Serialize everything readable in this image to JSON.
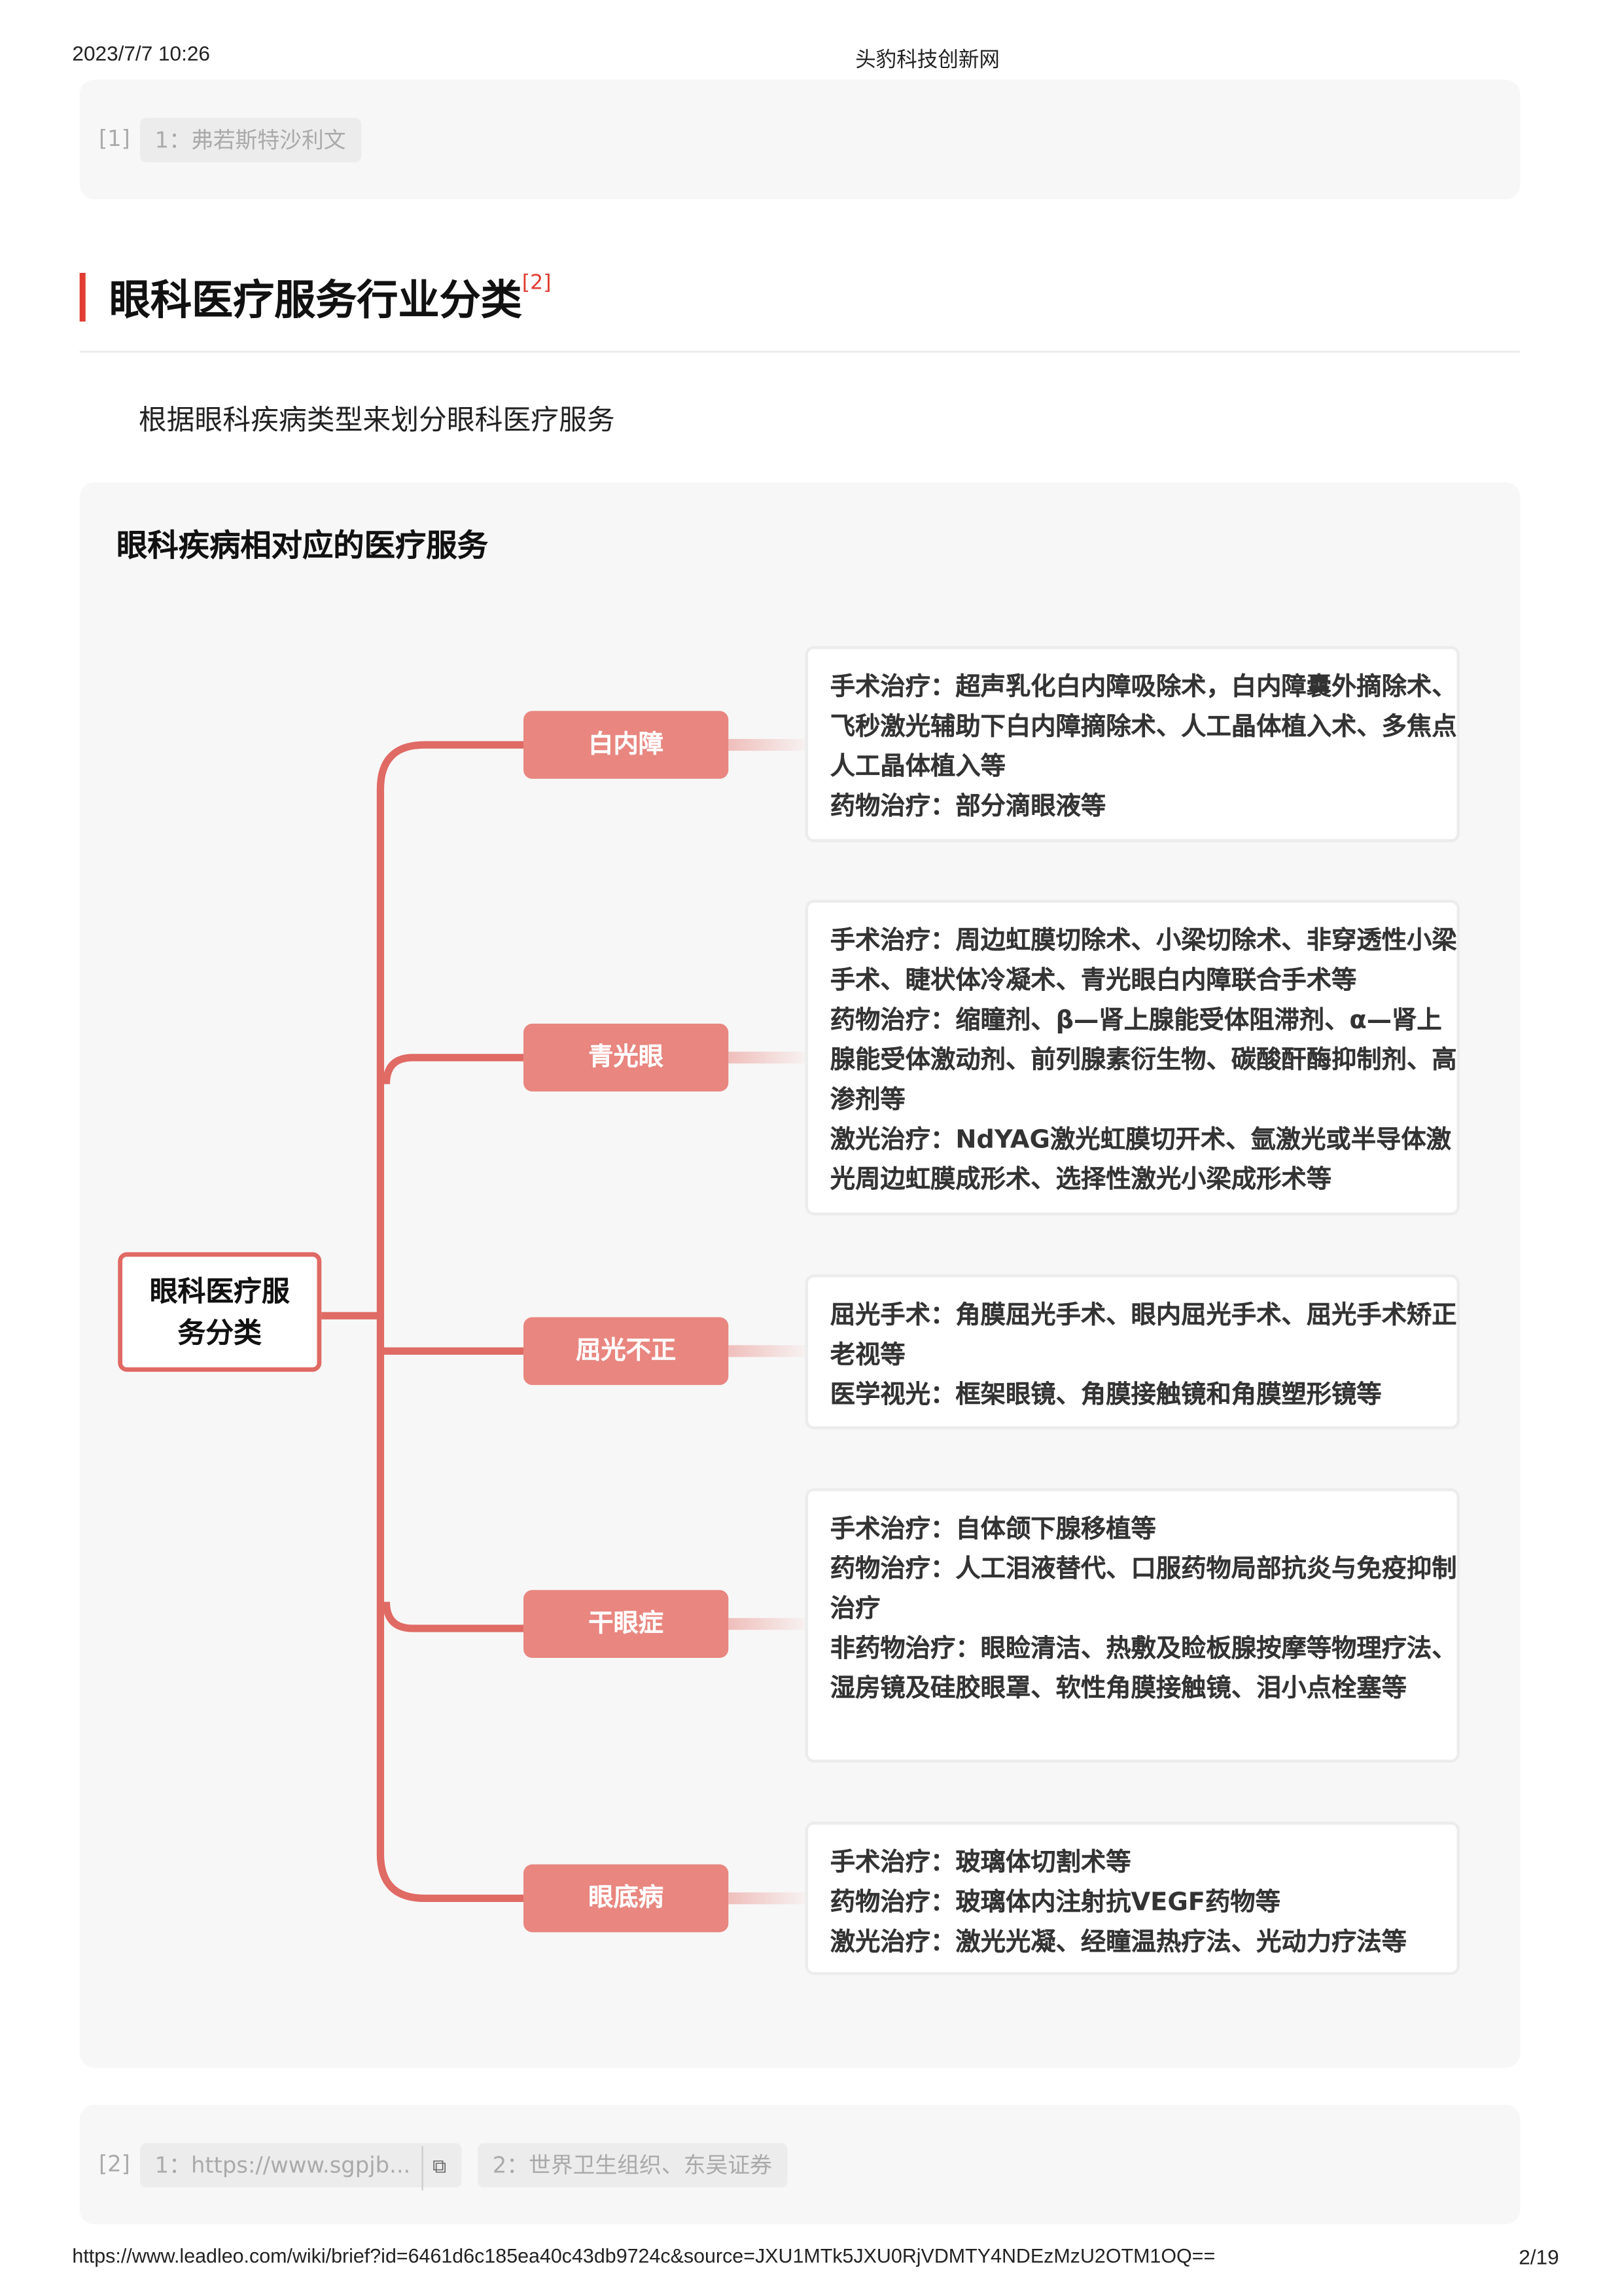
{
  "header": {
    "datetime": "2023/7/7 10:26",
    "site": "头豹科技创新网"
  },
  "ref1": {
    "label": "[1]",
    "chips": [
      "1：弗若斯特沙利文"
    ]
  },
  "section": {
    "title": "眼科医疗服务行业分类",
    "sup": "[2]",
    "intro": "根据眼科疾病类型来划分眼科医疗服务"
  },
  "diagram": {
    "title": "眼科疾病相对应的医疗服务",
    "root": "眼科医疗服务分类",
    "accent": "#e06a64",
    "branches": [
      {
        "label": "白内障",
        "lines": [
          "手术治疗：超声乳化白内障吸除术，白内障囊外摘除术、飞秒激光辅助下白内障摘除术、人工晶体植入术、多焦点人工晶体植入等",
          "药物治疗：部分滴眼液等"
        ]
      },
      {
        "label": "青光眼",
        "lines": [
          "手术治疗：周边虹膜切除术、小梁切除术、非穿透性小梁手术、睫状体冷凝术、青光眼白内障联合手术等",
          "药物治疗：缩瞳剂、β—肾上腺能受体阻滞剂、α—肾上腺能受体激动剂、前列腺素衍生物、碳酸酐酶抑制剂、高渗剂等",
          "激光治疗：NdYAG激光虹膜切开术、氩激光或半导体激光周边虹膜成形术、选择性激光小梁成形术等"
        ]
      },
      {
        "label": "屈光不正",
        "lines": [
          "屈光手术：角膜屈光手术、眼内屈光手术、屈光手术矫正老视等",
          "医学视光：框架眼镜、角膜接触镜和角膜塑形镜等"
        ]
      },
      {
        "label": "干眼症",
        "lines": [
          "手术治疗：自体颌下腺移植等",
          "药物治疗：人工泪液替代、口服药物局部抗炎与免疫抑制治疗",
          "非药物治疗：眼睑清洁、热敷及睑板腺按摩等物理疗法、湿房镜及硅胶眼罩、软性角膜接触镜、泪小点栓塞等"
        ]
      },
      {
        "label": "眼底病",
        "lines": [
          "手术治疗：玻璃体切割术等",
          "药物治疗：玻璃体内注射抗VEGF药物等",
          "激光治疗：激光光凝、经瞳温热疗法、光动力疗法等"
        ]
      }
    ]
  },
  "ref2": {
    "label": "[2]",
    "chips": [
      "1：https://www.sgpjb...",
      "2：世界卫生组织、东吴证券"
    ]
  },
  "footer": {
    "url": "https://www.leadleo.com/wiki/brief?id=6461d6c185ea40c43db9724c&source=JXU1MTk5JXU0RjVDMTY4NDEzMzU2OTM1OQ==",
    "page": "2/19"
  }
}
